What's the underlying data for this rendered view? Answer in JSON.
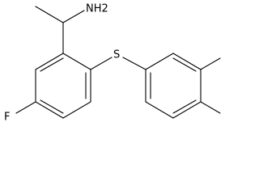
{
  "molecule": {
    "atoms": {
      "amine": "NH2",
      "sulfur": "S",
      "fluorine": "F"
    },
    "colors": {
      "bond": "#000000",
      "text": "#000000",
      "background": "#ffffff"
    }
  }
}
